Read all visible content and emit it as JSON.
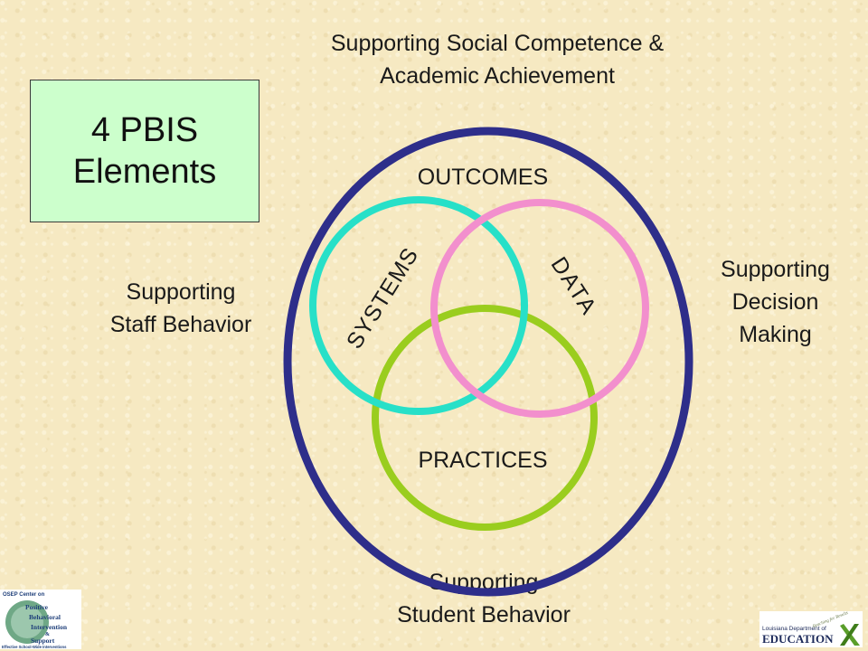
{
  "title_box": {
    "line1": "4 PBIS",
    "line2": "Elements"
  },
  "top_caption": {
    "line1": "Supporting Social Competence &",
    "line2": "Academic Achievement"
  },
  "left_caption": {
    "line1": "Supporting",
    "line2": "Staff Behavior"
  },
  "right_caption": {
    "line1": "Supporting",
    "line2": "Decision",
    "line3": "Making"
  },
  "bottom_caption": {
    "line1": "Supporting",
    "line2": "Student Behavior"
  },
  "diagram": {
    "outer_label": "OUTCOMES",
    "circles": {
      "systems": "SYSTEMS",
      "data": "DATA",
      "practices": "PRACTICES"
    },
    "colors": {
      "outer": "#2e2e8a",
      "systems": "#27e0c8",
      "data": "#f28fcd",
      "practices": "#9acd1e",
      "title_box_fill": "#ccffcc"
    }
  },
  "logos": {
    "left": {
      "header": "OSEP Center on",
      "words": [
        "Positive",
        "Behavioral",
        "Intervention",
        "&",
        "Support"
      ],
      "footer": "Effective School-Wide Interventions"
    },
    "right": {
      "line1": "Louisiana Department of",
      "line2": "EDUCATION",
      "tagline": "Reaching for Results"
    }
  }
}
